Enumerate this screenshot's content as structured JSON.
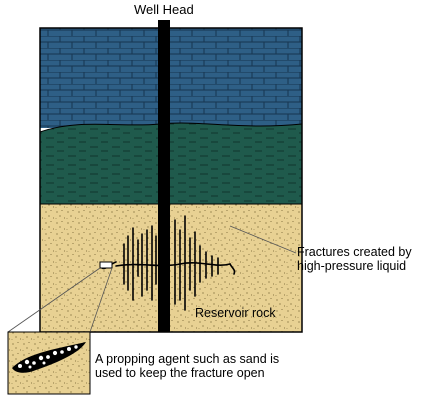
{
  "labels": {
    "well_head": "Well Head",
    "fractures_line1": "Fractures created by",
    "fractures_line2": "high-pressure liquid",
    "reservoir_rock": "Reservoir rock",
    "propping_line1": "A propping agent such as sand is",
    "propping_line2": "used to keep the fracture open"
  },
  "colors": {
    "upper_layer": "#2e5f86",
    "middle_layer": "#1f5a4c",
    "reservoir": "#e8d193",
    "well": "#000000",
    "outline": "#000000"
  }
}
